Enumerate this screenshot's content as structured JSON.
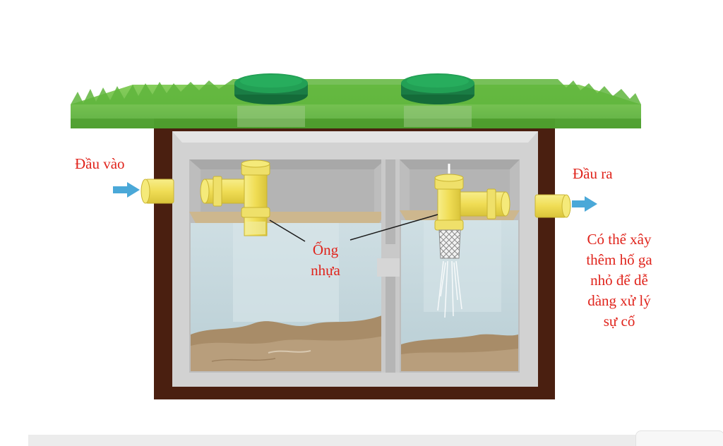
{
  "labels": {
    "inlet": "Đầu vào",
    "outlet": "Đầu ra",
    "pipe_line1": "Ống",
    "pipe_line2": "nhựa",
    "note_line1": "Có thể xây",
    "note_line2": "thêm hố ga",
    "note_line3": "nhỏ để dễ",
    "note_line4": "dàng xử lý",
    "note_line5": "sự cố"
  },
  "colors": {
    "label_text": "#e0241c",
    "arrow": "#4aa8d8",
    "grass": "#5cb93a",
    "lid": "#1e8f4e",
    "soil": "#4a1f10",
    "concrete": "#d4d4d4",
    "water": "#c4d8de",
    "sludge": "#b29a78",
    "pipe": "#f2e366"
  }
}
